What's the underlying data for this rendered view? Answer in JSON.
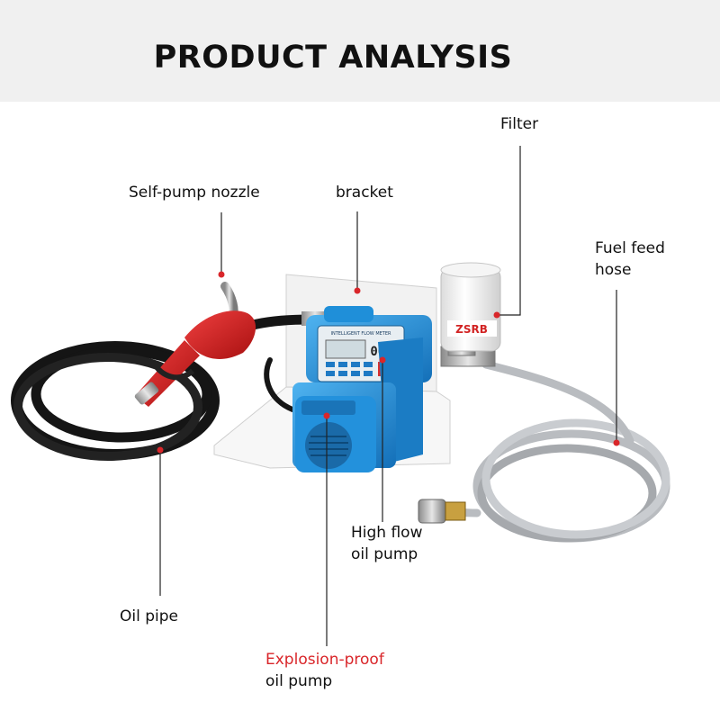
{
  "header": {
    "title": "PRODUCT ANALYSIS"
  },
  "labels": {
    "filter": "Filter",
    "self_pump_nozzle": "Self-pump nozzle",
    "bracket": "bracket",
    "fuel_feed_hose": [
      "Fuel feed",
      "hose"
    ],
    "high_flow_oil_pump": [
      "High flow",
      "oil pump"
    ],
    "oil_pipe": "Oil pipe",
    "explosion_proof_oil_pump": [
      "Explosion-proof",
      "oil pump"
    ]
  },
  "product": {
    "filter_brand": "ZSRB",
    "meter_caption": "INTELLIGENT FLOW METER",
    "meter_reading": "000"
  },
  "colors": {
    "header_bg": "#f0f0f0",
    "accent_red": "#d9262a",
    "pump_blue": "#1f8fd9",
    "nozzle_red": "#d81e1e",
    "hose_black": "#151515"
  }
}
